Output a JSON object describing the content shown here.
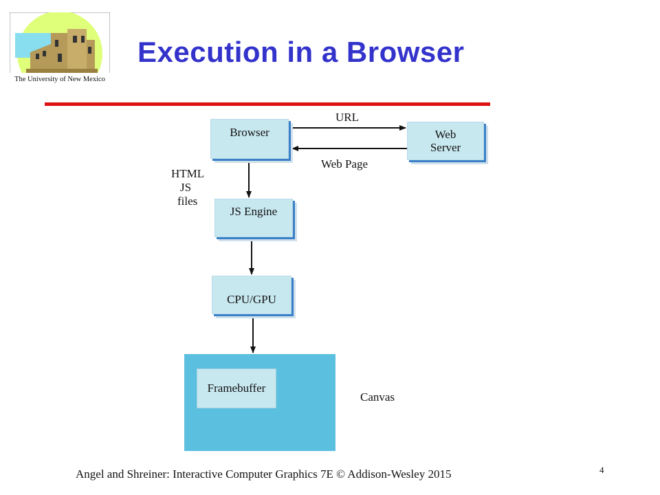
{
  "slide": {
    "title": "Execution in a Browser",
    "footer": "Angel and Shreiner: Interactive Computer Graphics 7E © Addison-Wesley 2015",
    "page_number": "4"
  },
  "logo": {
    "caption": "The University of New Mexico"
  },
  "diagram": {
    "nodes": {
      "browser": "Browser",
      "web_server_line1": "Web",
      "web_server_line2": "Server",
      "js_engine": "JS Engine",
      "cpu_gpu": "CPU/GPU",
      "framebuffer": "Framebuffer",
      "canvas": "Canvas"
    },
    "edges": {
      "url": "URL",
      "web_page": "Web Page",
      "files_line1": "HTML",
      "files_line2": "JS",
      "files_line3": "files"
    }
  },
  "colors": {
    "title": "#3333cc",
    "rule": "#dd1111",
    "box_fill": "#c8e8f0",
    "canvas_fill": "#5bbfe0"
  }
}
